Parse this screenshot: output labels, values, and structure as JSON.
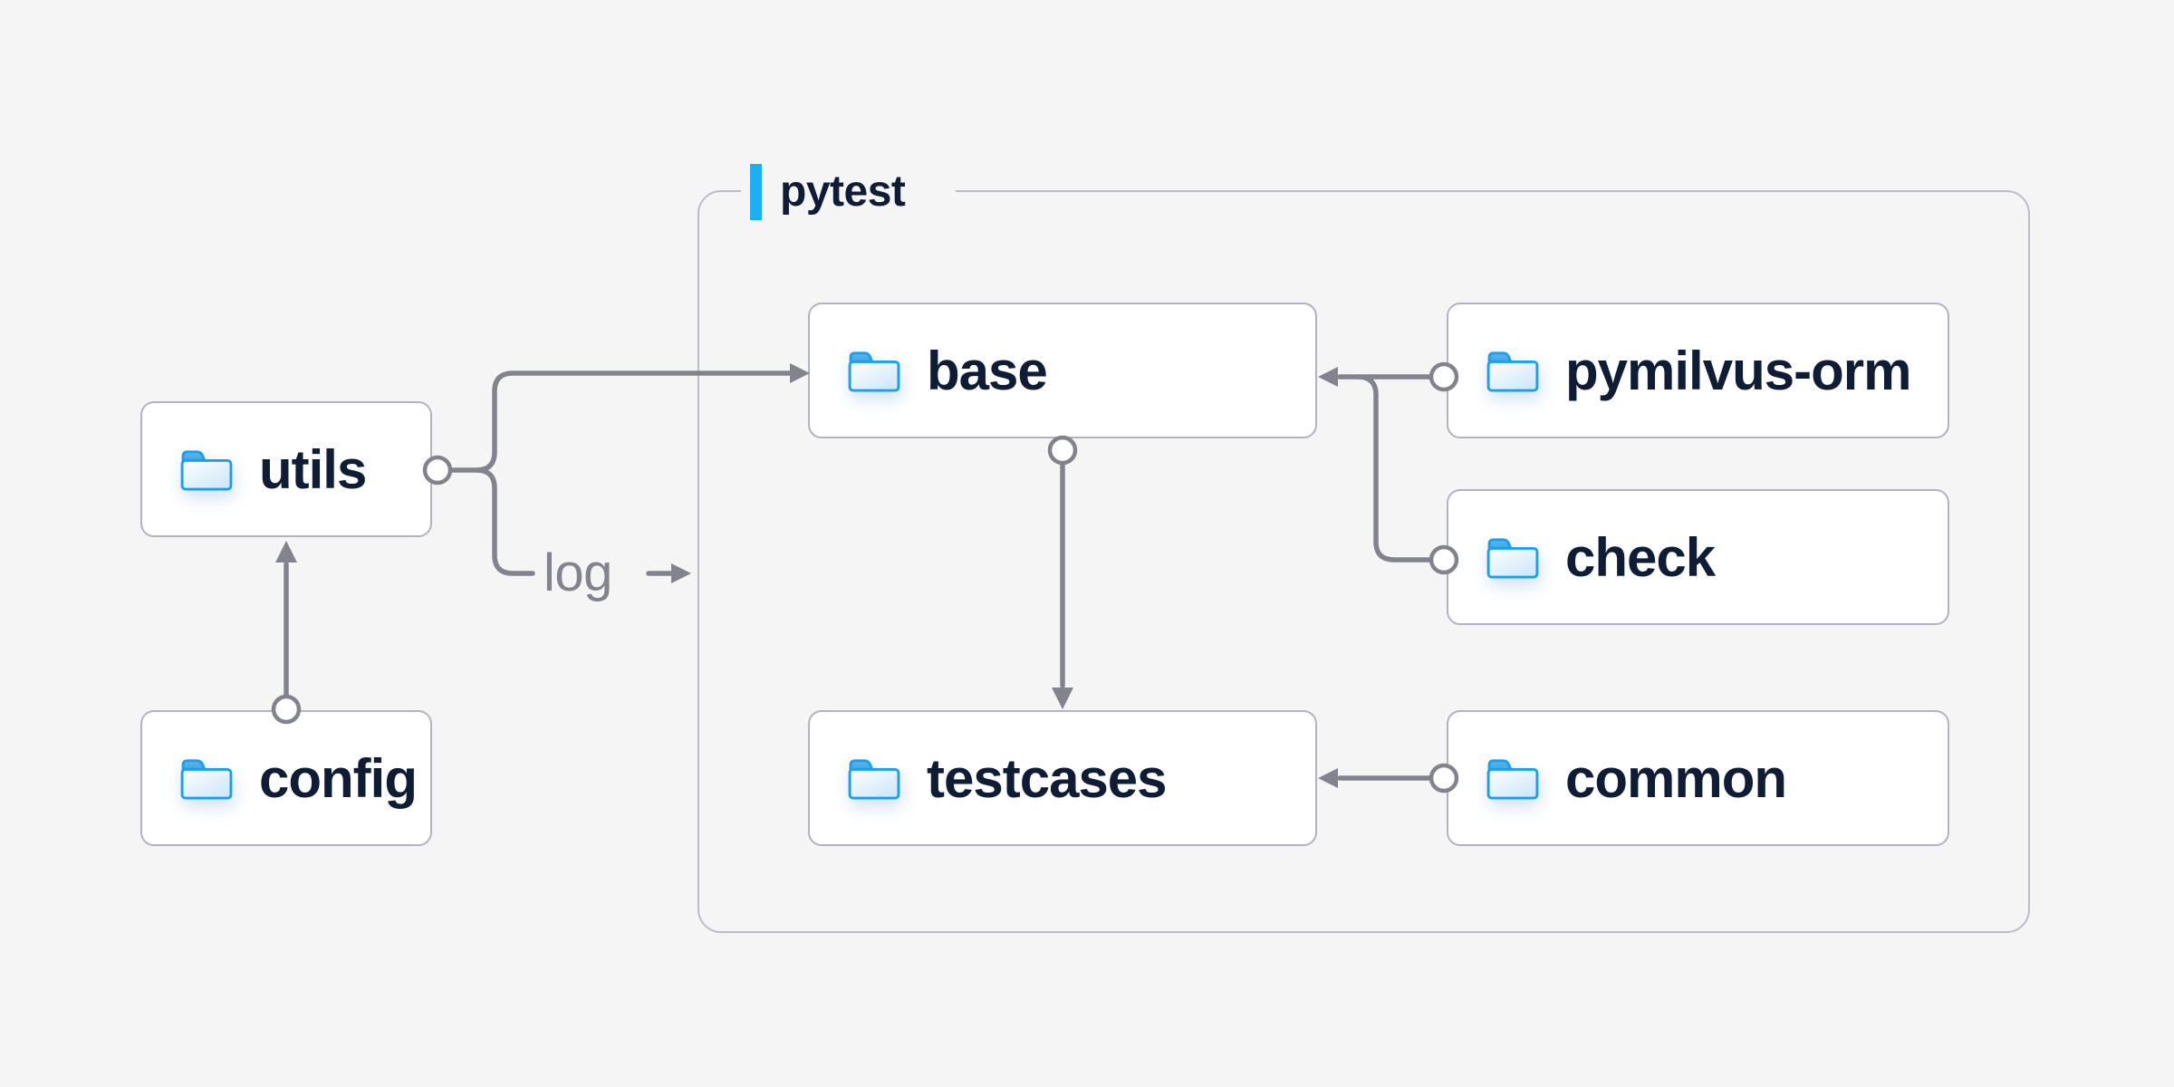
{
  "diagram": {
    "group": {
      "label": "pytest"
    },
    "nodes": {
      "utils": {
        "label": "utils",
        "icon": "folder-icon"
      },
      "config": {
        "label": "config",
        "icon": "folder-icon"
      },
      "base": {
        "label": "base",
        "icon": "folder-icon"
      },
      "testcases": {
        "label": "testcases",
        "icon": "folder-icon"
      },
      "pymilvus_orm": {
        "label": "pymilvus-orm",
        "icon": "folder-icon"
      },
      "check": {
        "label": "check",
        "icon": "folder-icon"
      },
      "common": {
        "label": "common",
        "icon": "folder-icon"
      }
    },
    "edge_labels": {
      "log": "log"
    },
    "edges": [
      {
        "from": "config",
        "to": "utils",
        "arrow": "into-utils-bottom"
      },
      {
        "from": "utils",
        "to": "base",
        "arrow": "into-base-left"
      },
      {
        "from": "utils",
        "to": "log",
        "arrow": "labeled-log-arrow"
      },
      {
        "from": "base",
        "to": "testcases",
        "arrow": "into-testcases-top"
      },
      {
        "from": "pymilvus-orm",
        "to": "base",
        "arrow": "into-base-right"
      },
      {
        "from": "check",
        "to": "base",
        "arrow": "merges-into-base-right"
      },
      {
        "from": "common",
        "to": "testcases",
        "arrow": "into-testcases-right"
      }
    ],
    "colors": {
      "background": "#f5f5f6",
      "node_bg": "#ffffff",
      "node_border": "#b3b3c0",
      "group_border": "#bdbdca",
      "edge": "#83838d",
      "text": "#0e1c36",
      "accent": "#18b2f2",
      "folder_stroke": "#1b9ef0"
    }
  }
}
